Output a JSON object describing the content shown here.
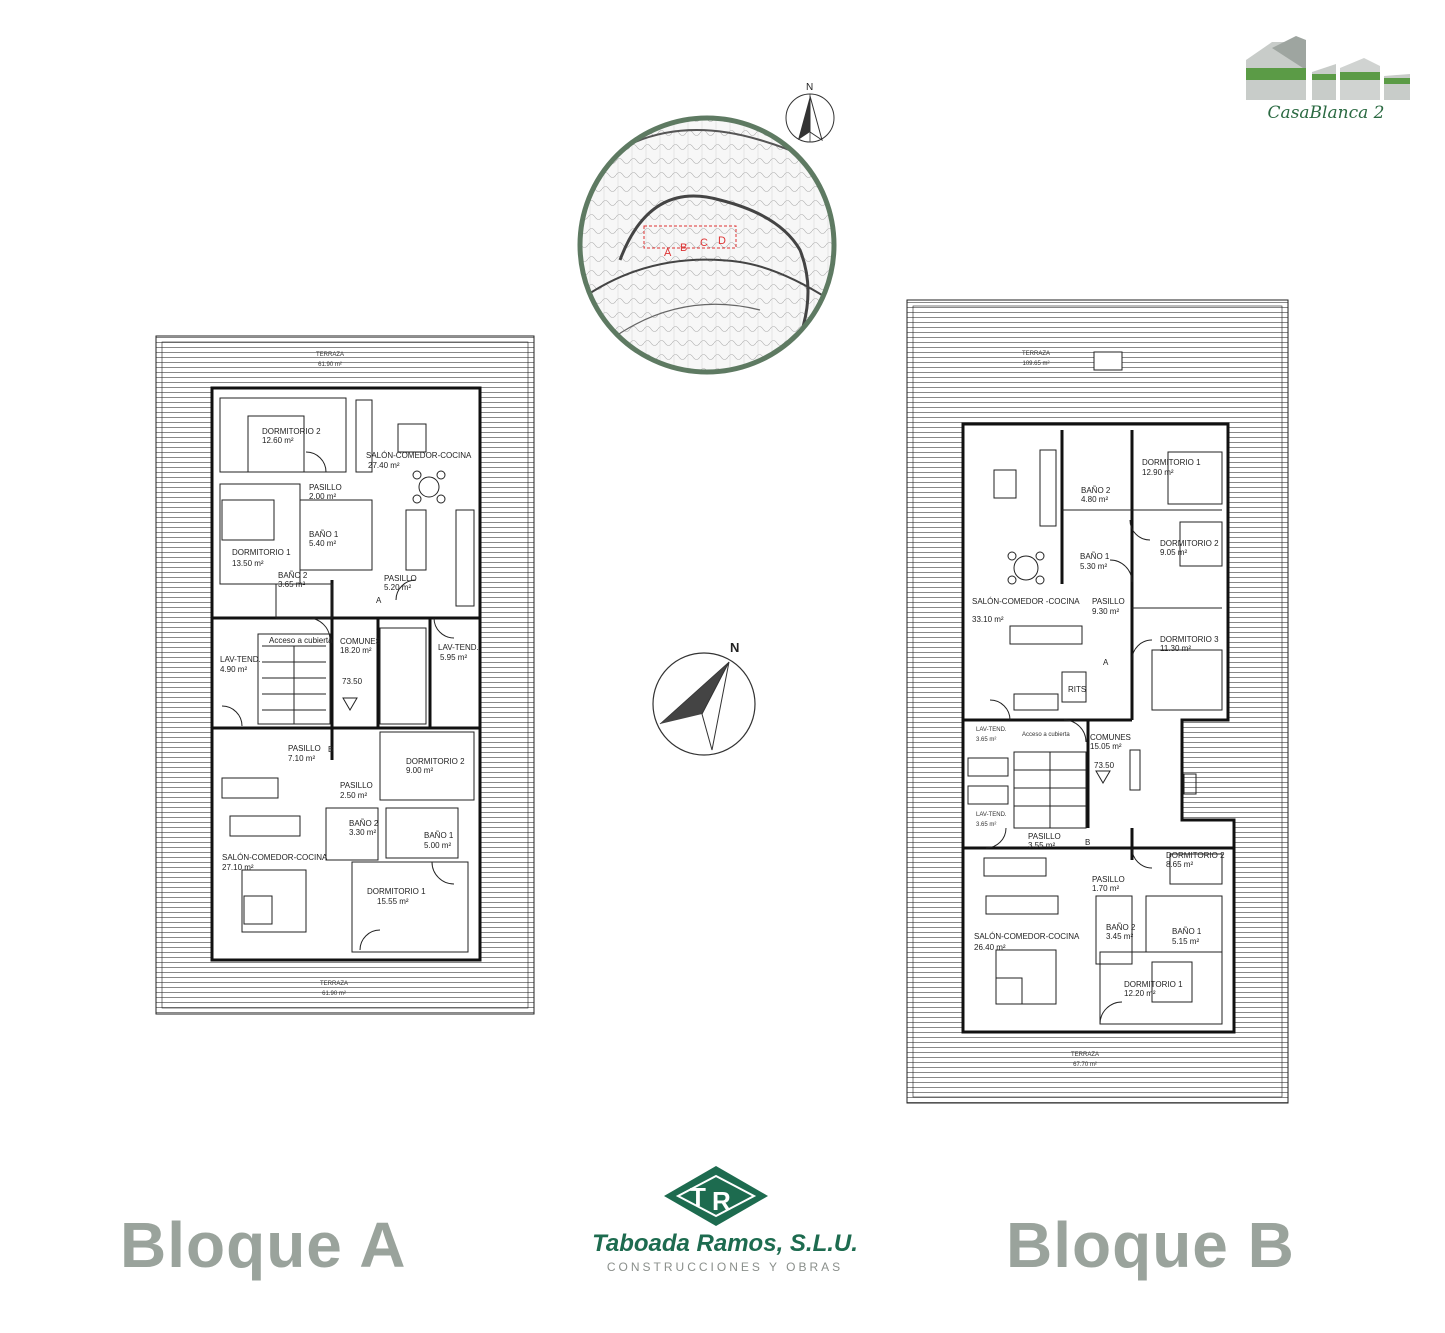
{
  "brand": {
    "name": "CasaBlanca 2"
  },
  "north_label": "N",
  "location_map": {
    "blocks": [
      "A",
      "B",
      "C",
      "D"
    ]
  },
  "company": {
    "name": "Taboada Ramos, S.L.U.",
    "tagline": "CONSTRUCCIONES Y OBRAS"
  },
  "blocks": [
    {
      "title": "Bloque A",
      "terrace_top": {
        "name": "TERRAZA",
        "area": "61.90 m²"
      },
      "terrace_bottom": {
        "name": "TERRAZA",
        "area": "61.90 m²"
      },
      "rooms": [
        {
          "name": "DORMITORIO 2",
          "area": "12.60 m²"
        },
        {
          "name": "SALÓN-COMEDOR-COCINA",
          "area": "27.40 m²"
        },
        {
          "name": "PASILLO",
          "area": "2.00 m²"
        },
        {
          "name": "BAÑO 1",
          "area": "5.40 m²"
        },
        {
          "name": "DORMITORIO 1",
          "area": "13.50 m²"
        },
        {
          "name": "BAÑO 2",
          "area": "3.65 m²"
        },
        {
          "name": "PASILLO",
          "area": "5.20 m²"
        },
        {
          "name": "COMUNES",
          "area": "18.20 m²"
        },
        {
          "name": "LAV-TEND.",
          "area": "4.90 m²"
        },
        {
          "name": "LAV-TEND.",
          "area": "5.95 m²"
        },
        {
          "name": "PASILLO",
          "area": "7.10 m²"
        },
        {
          "name": "DORMITORIO 2",
          "area": "9.00 m²"
        },
        {
          "name": "PASILLO",
          "area": "2.50 m²"
        },
        {
          "name": "BAÑO 2",
          "area": "3.30 m²"
        },
        {
          "name": "BAÑO 1",
          "area": "5.00 m²"
        },
        {
          "name": "SALÓN-COMEDOR-COCINA",
          "area": "27.10 m²"
        },
        {
          "name": "DORMITORIO 1",
          "area": "15.55 m²"
        }
      ],
      "access": "Acceso a cubierta",
      "level": "73.50",
      "doors": [
        "A",
        "B"
      ]
    },
    {
      "title": "Bloque B",
      "terrace_top": {
        "name": "TERRAZA",
        "area": "109.65 m²"
      },
      "terrace_bottom": {
        "name": "TERRAZA",
        "area": "67.70 m²"
      },
      "rooms": [
        {
          "name": "DORMITORIO 1",
          "area": "12.90 m²"
        },
        {
          "name": "BAÑO 2",
          "area": "4.80 m²"
        },
        {
          "name": "DORMITORIO 2",
          "area": "9.05 m²"
        },
        {
          "name": "BAÑO 1",
          "area": "5.30 m²"
        },
        {
          "name": "SALÓN-COMEDOR -COCINA",
          "area": "33.10 m²"
        },
        {
          "name": "PASILLO",
          "area": "9.30 m²"
        },
        {
          "name": "DORMITORIO 3",
          "area": "11.30 m²"
        },
        {
          "name": "LAV-TEND.",
          "area": "3.65 m²"
        },
        {
          "name": "COMUNES",
          "area": "15.05 m²"
        },
        {
          "name": "LAV-TEND.",
          "area": "3.65 m²"
        },
        {
          "name": "PASILLO",
          "area": "3.55 m²"
        },
        {
          "name": "DORMITORIO 2",
          "area": "8.65 m²"
        },
        {
          "name": "PASILLO",
          "area": "1.70 m²"
        },
        {
          "name": "BAÑO 2",
          "area": "3.45 m²"
        },
        {
          "name": "BAÑO 1",
          "area": "5.15 m²"
        },
        {
          "name": "SALÓN-COMEDOR-COCINA",
          "area": "26.40 m²"
        },
        {
          "name": "DORMITORIO 1",
          "area": "12.20 m²"
        }
      ],
      "access": "Acceso a cubierta",
      "level": "73.50",
      "doors": [
        "A",
        "B"
      ],
      "rits": "RITS"
    }
  ],
  "colors": {
    "brand_green": "#1d6b4f",
    "circle_border": "#5e7a62",
    "block_title": "#9aa39c"
  }
}
